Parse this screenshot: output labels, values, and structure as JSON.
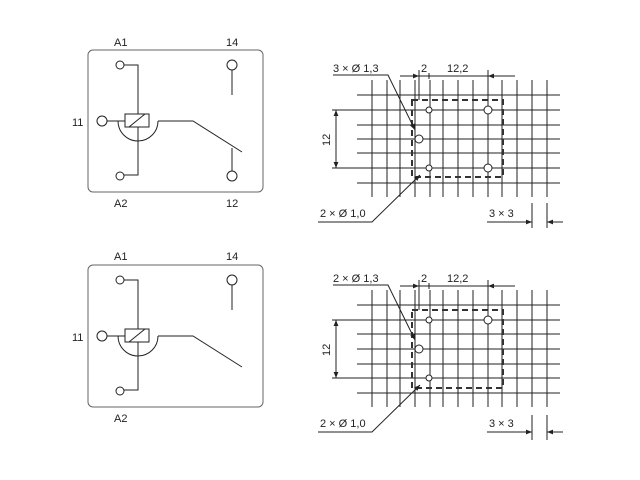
{
  "circuit_top": {
    "a1": "A1",
    "a2": "A2",
    "t11": "11",
    "t14": "14",
    "t12": "12"
  },
  "circuit_bottom": {
    "a1": "A1",
    "a2": "A2",
    "t11": "11",
    "t14": "14"
  },
  "layout_top": {
    "holes_large_label": "3 × Ø 1,3",
    "holes_small_label": "2 × Ø 1,0",
    "dim_offset": "2",
    "dim_width": "12,2",
    "dim_height": "12",
    "grid_label": "3 × 3"
  },
  "layout_bottom": {
    "holes_large_label": "2 × Ø 1,3",
    "holes_small_label": "2 × Ø 1,0",
    "dim_offset": "2",
    "dim_width": "12,2",
    "dim_height": "12",
    "grid_label": "3 × 3"
  },
  "colors": {
    "line": "#222222",
    "box": "#666666"
  }
}
